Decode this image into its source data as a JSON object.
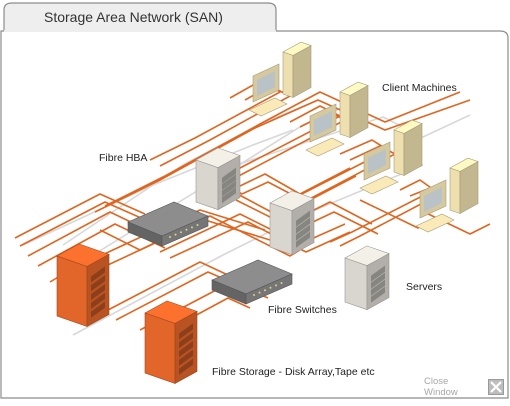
{
  "window": {
    "title": "Storage Area Network (SAN)"
  },
  "labels": {
    "client_machines": "Client Machines",
    "fibre_hba": "Fibre HBA",
    "servers": "Servers",
    "fibre_switches": "Fibre Switches",
    "fibre_storage": "Fibre Storage - Disk Array,Tape etc"
  },
  "controls": {
    "close_label": "Close Window"
  },
  "colors": {
    "cable": "#e0651f",
    "storage": "#e2652a",
    "server": "#d9d6cf",
    "client": "#eedfae",
    "switch": "#767676"
  }
}
